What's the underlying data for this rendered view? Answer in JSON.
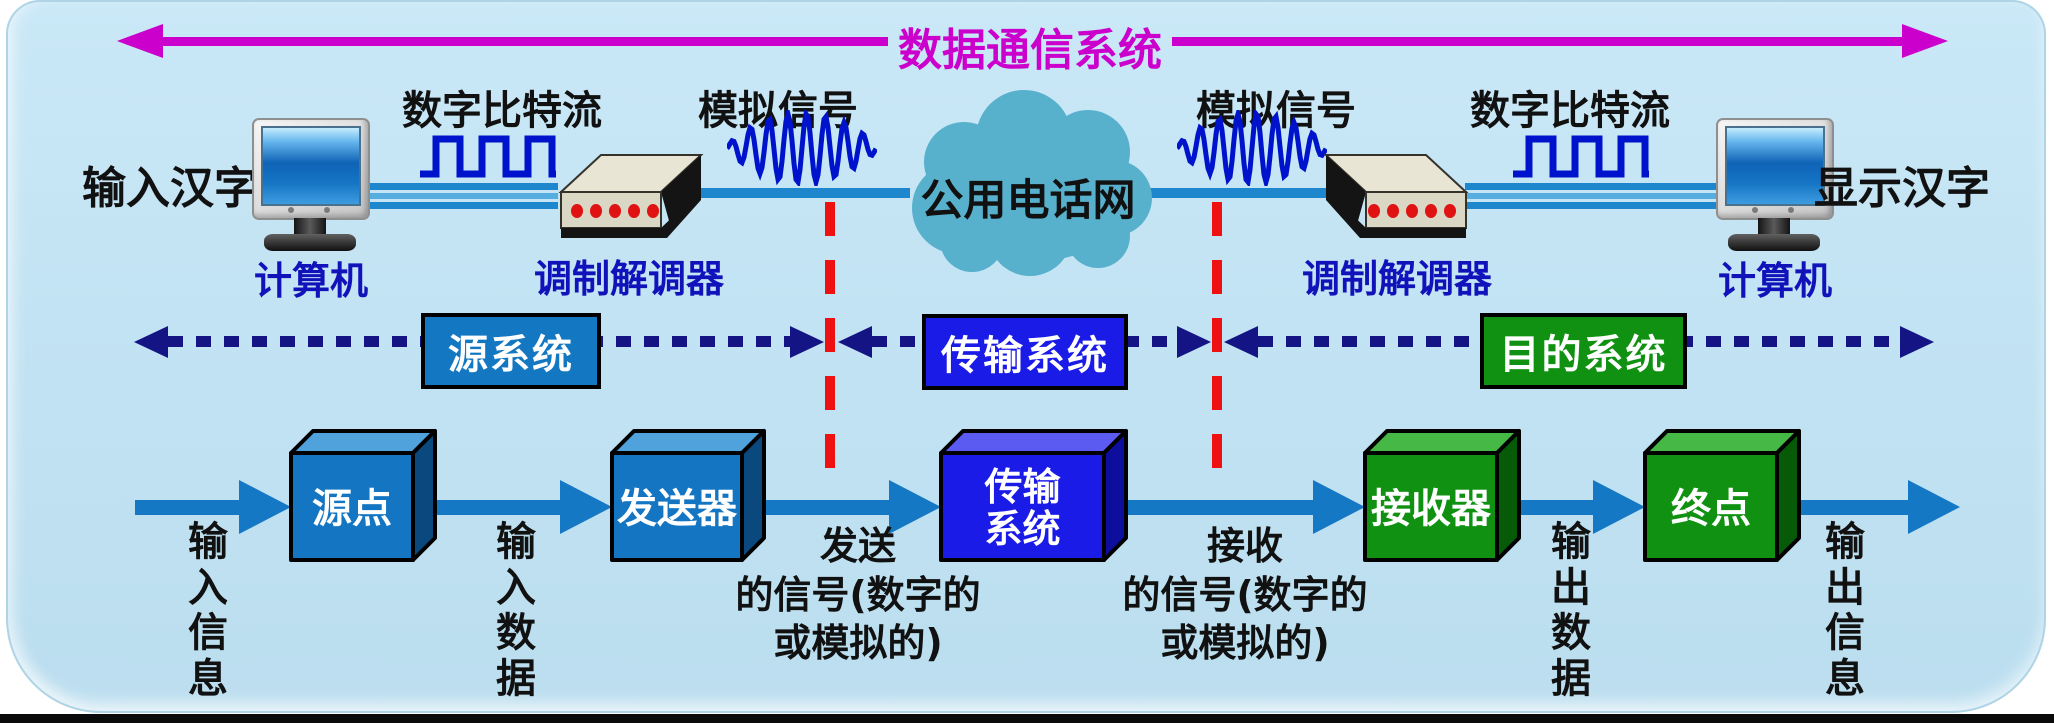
{
  "title": "数据通信系统",
  "top_row": {
    "input_label": "输入汉字",
    "output_label": "显示汉字",
    "computer": "计算机",
    "modem": "调制解调器",
    "bitstream": "数字比特流",
    "analog": "模拟信号",
    "cloud": "公用电话网"
  },
  "system_row": {
    "source": "源系统",
    "transmission": "传输系统",
    "destination": "目的系统"
  },
  "flow_row": {
    "source_node": "源点",
    "transmitter": "发送器",
    "transmission_line1": "传输",
    "transmission_line2": "系统",
    "receiver": "接收器",
    "end_node": "终点",
    "input_info": "输入信息",
    "input_data": "输入数据",
    "sent_signal_l1": "发送",
    "sent_signal_l2": "的信号(数字的",
    "sent_signal_l3": "或模拟的)",
    "recv_signal_l1": "接收",
    "recv_signal_l2": "的信号(数字的",
    "recv_signal_l3": "或模拟的)",
    "output_data": "输出数据",
    "output_info": "输出信息"
  },
  "colors": {
    "title_magenta": "#CC00CC",
    "wave_blue": "#0013CC",
    "dotted_navy": "#141485",
    "dash_red": "#EE1111",
    "arrow_blue": "#1478C4",
    "line_blue": "#1E86CC",
    "box_blue": "#1476C2",
    "box_royal_blue": "#1B1BE8",
    "box_green": "#109112",
    "cloud_teal": "#57B0CC",
    "background_blue": "#C4E4F4",
    "device_label_blue": "#1212BB"
  }
}
